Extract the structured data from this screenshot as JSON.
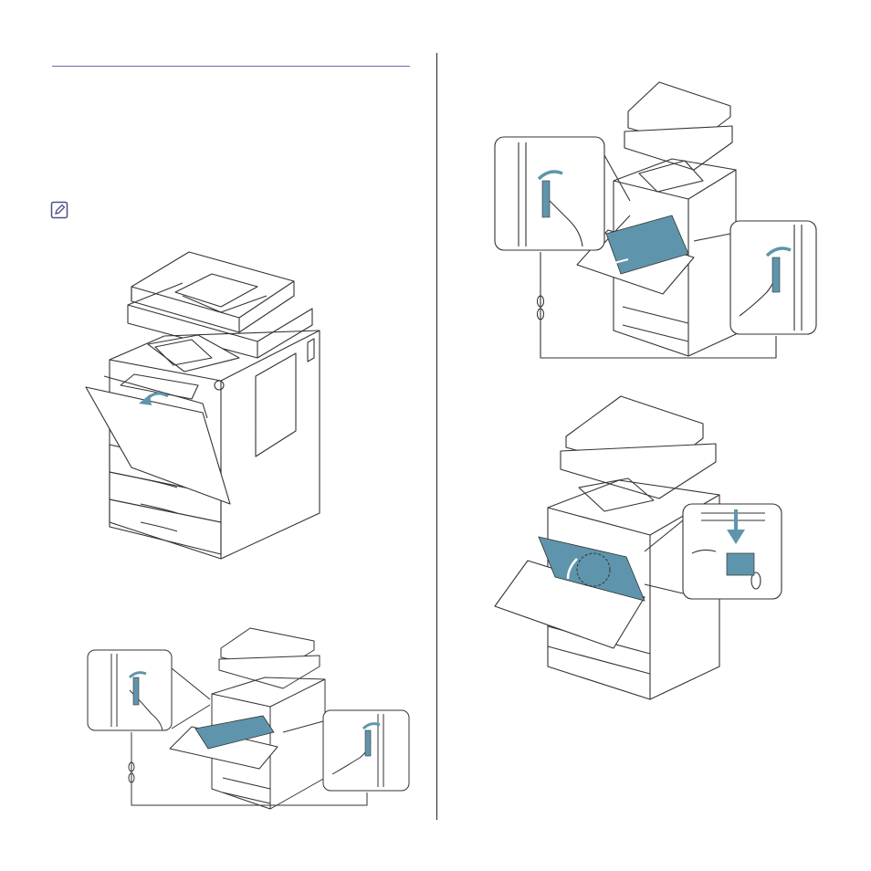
{
  "page": {
    "section_rule": true,
    "note_icon": "note-pencil-icon"
  },
  "figures": [
    {
      "id": "open-front-door",
      "icon": "printer-front-door-open-illustration",
      "arrow": "arrow-down"
    },
    {
      "id": "lift-levers-small",
      "icon": "printer-waste-toner-removal-illustration",
      "callouts": [
        "left-lever-detail",
        "right-lever-detail"
      ]
    },
    {
      "id": "lift-levers-large",
      "icon": "printer-waste-toner-removal-illustration",
      "callouts": [
        "left-lever-detail",
        "right-lever-detail"
      ]
    },
    {
      "id": "remove-waste-container",
      "icon": "printer-waste-container-removal-illustration",
      "callouts": [
        "press-down-detail"
      ]
    }
  ],
  "colors": {
    "accent_teal": "#5f95ac",
    "line": "#333333",
    "rule": "#6a6aa8"
  }
}
